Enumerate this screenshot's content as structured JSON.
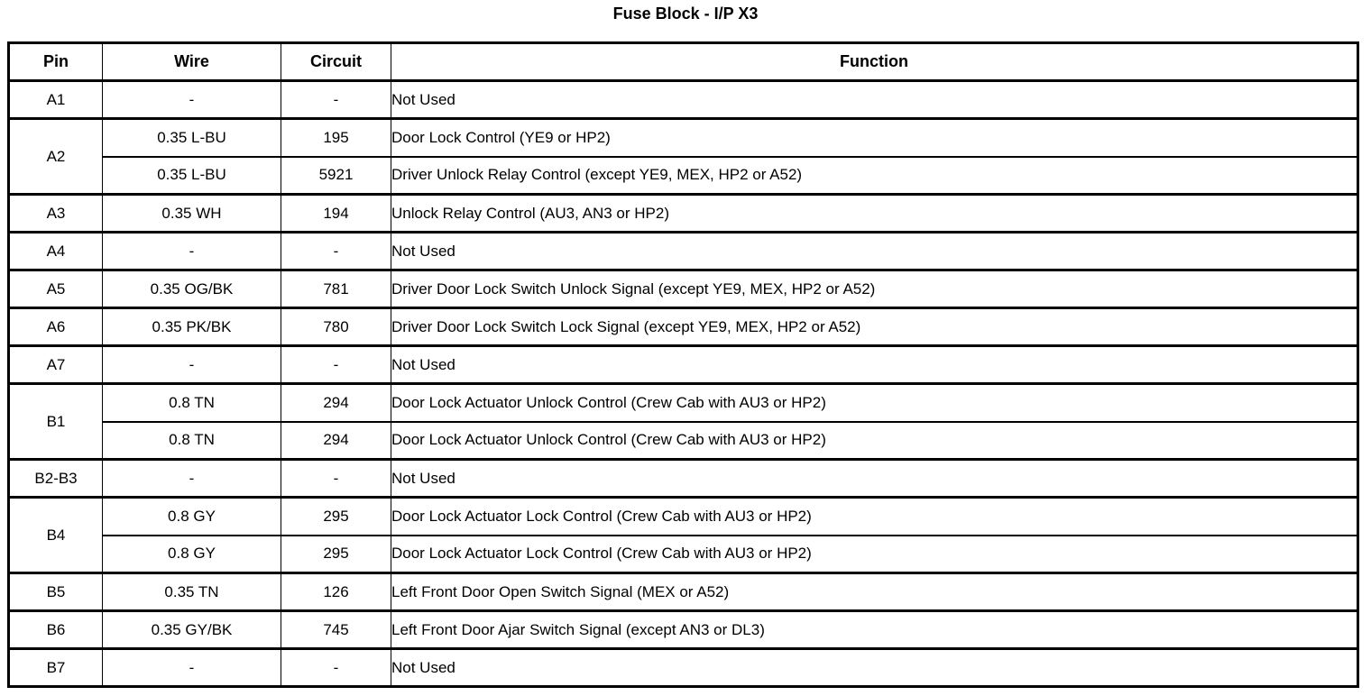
{
  "document": {
    "title": "Fuse Block - I/P X3"
  },
  "table": {
    "columns": [
      {
        "key": "pin",
        "label": "Pin"
      },
      {
        "key": "wire",
        "label": "Wire"
      },
      {
        "key": "circuit",
        "label": "Circuit"
      },
      {
        "key": "function",
        "label": "Function"
      }
    ],
    "rows": [
      {
        "pin": "A1",
        "rowspan": 1,
        "entries": [
          {
            "wire": "-",
            "circuit": "-",
            "function": "Not Used"
          }
        ]
      },
      {
        "pin": "A2",
        "rowspan": 2,
        "entries": [
          {
            "wire": "0.35 L-BU",
            "circuit": "195",
            "function": "Door Lock Control (YE9 or HP2)"
          },
          {
            "wire": "0.35 L-BU",
            "circuit": "5921",
            "function": "Driver Unlock Relay Control (except YE9, MEX, HP2 or A52)"
          }
        ]
      },
      {
        "pin": "A3",
        "rowspan": 1,
        "entries": [
          {
            "wire": "0.35 WH",
            "circuit": "194",
            "function": "Unlock Relay Control (AU3, AN3 or HP2)"
          }
        ]
      },
      {
        "pin": "A4",
        "rowspan": 1,
        "entries": [
          {
            "wire": "-",
            "circuit": "-",
            "function": "Not Used"
          }
        ]
      },
      {
        "pin": "A5",
        "rowspan": 1,
        "entries": [
          {
            "wire": "0.35 OG/BK",
            "circuit": "781",
            "function": "Driver Door Lock Switch Unlock Signal (except YE9, MEX, HP2 or A52)"
          }
        ]
      },
      {
        "pin": "A6",
        "rowspan": 1,
        "entries": [
          {
            "wire": "0.35 PK/BK",
            "circuit": "780",
            "function": "Driver Door Lock Switch Lock Signal (except YE9, MEX, HP2 or A52)"
          }
        ]
      },
      {
        "pin": "A7",
        "rowspan": 1,
        "entries": [
          {
            "wire": "-",
            "circuit": "-",
            "function": "Not Used"
          }
        ]
      },
      {
        "pin": "B1",
        "rowspan": 2,
        "entries": [
          {
            "wire": "0.8 TN",
            "circuit": "294",
            "function": "Door Lock Actuator Unlock Control (Crew Cab with AU3 or HP2)"
          },
          {
            "wire": "0.8 TN",
            "circuit": "294",
            "function": "Door Lock Actuator Unlock Control (Crew Cab with AU3 or HP2)"
          }
        ]
      },
      {
        "pin": "B2-B3",
        "rowspan": 1,
        "entries": [
          {
            "wire": "-",
            "circuit": "-",
            "function": "Not Used"
          }
        ]
      },
      {
        "pin": "B4",
        "rowspan": 2,
        "entries": [
          {
            "wire": "0.8 GY",
            "circuit": "295",
            "function": "Door Lock Actuator Lock Control (Crew Cab with AU3 or HP2)"
          },
          {
            "wire": "0.8 GY",
            "circuit": "295",
            "function": "Door Lock Actuator Lock Control (Crew Cab with AU3 or HP2)"
          }
        ]
      },
      {
        "pin": "B5",
        "rowspan": 1,
        "entries": [
          {
            "wire": "0.35 TN",
            "circuit": "126",
            "function": "Left Front Door Open Switch Signal (MEX or A52)"
          }
        ]
      },
      {
        "pin": "B6",
        "rowspan": 1,
        "entries": [
          {
            "wire": "0.35 GY/BK",
            "circuit": "745",
            "function": "Left Front Door Ajar Switch Signal (except AN3 or DL3)"
          }
        ]
      },
      {
        "pin": "B7",
        "rowspan": 1,
        "entries": [
          {
            "wire": "-",
            "circuit": "-",
            "function": "Not Used"
          }
        ]
      }
    ]
  },
  "colors": {
    "border": "#000000",
    "text": "#000000",
    "background": "#ffffff"
  }
}
